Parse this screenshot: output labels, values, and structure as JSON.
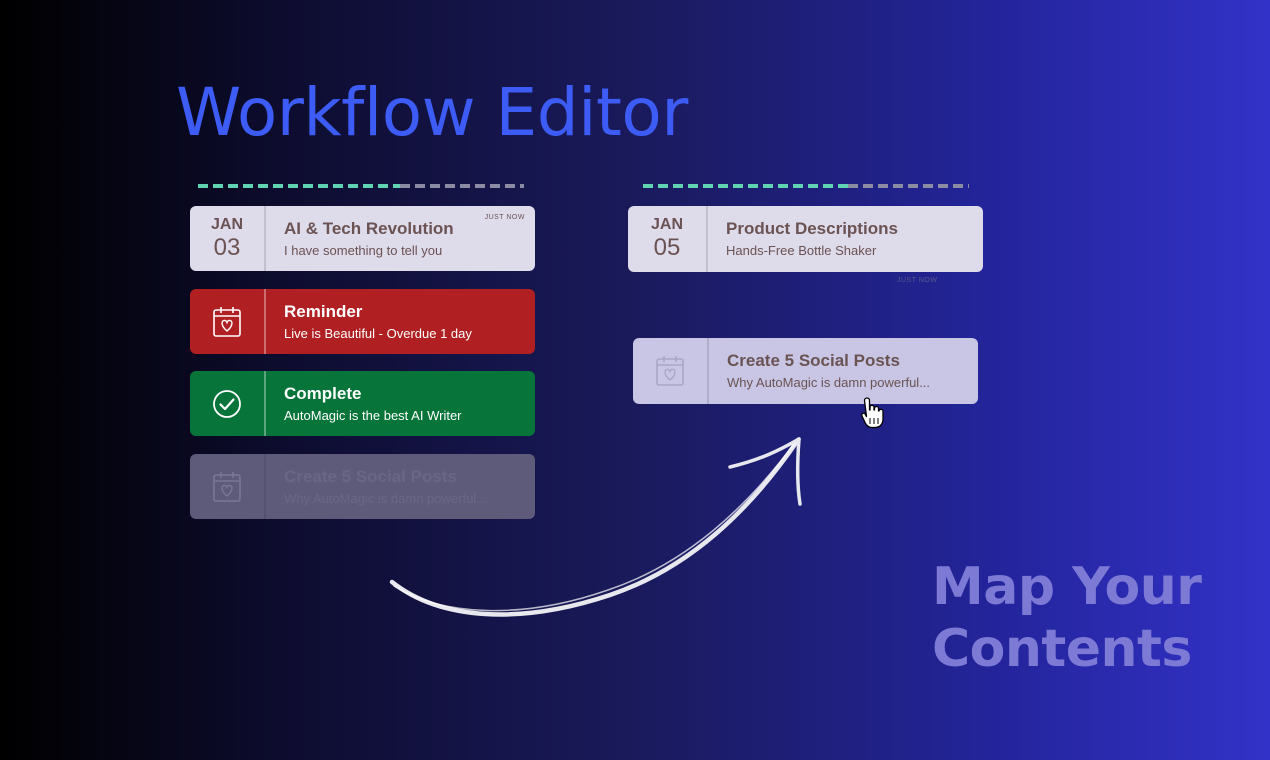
{
  "title": "Workflow Editor",
  "tagline": {
    "line1": "Map Your",
    "line2": "Contents"
  },
  "colors": {
    "accent": "#3d5cf5",
    "progress_done": "#5fd3b2",
    "progress_rest": "#8b8ba4",
    "red": "#b01f21",
    "green": "#077439"
  },
  "left_column": {
    "progress": 0.62,
    "cards": [
      {
        "month": "JAN",
        "day": "03",
        "title": "AI & Tech Revolution",
        "subtitle": "I have something to tell you",
        "badge": "JUST NOW"
      },
      {
        "icon": "calendar-heart-icon",
        "title": "Reminder",
        "subtitle": "Live is Beautiful - Overdue 1 day"
      },
      {
        "icon": "check-circle-icon",
        "title": "Complete",
        "subtitle": "AutoMagic is the best AI Writer"
      },
      {
        "icon": "calendar-heart-icon",
        "title": "Create 5 Social Posts",
        "subtitle": "Why AutoMagic is damn powerful..."
      }
    ]
  },
  "right_column": {
    "progress": 0.63,
    "cards": [
      {
        "month": "JAN",
        "day": "05",
        "title": "Product Descriptions",
        "subtitle": "Hands-Free Bottle Shaker",
        "badge": "JUST NOW"
      },
      {
        "icon": "calendar-heart-icon",
        "title": "Create 5 Social Posts",
        "subtitle": "Why AutoMagic is damn powerful..."
      }
    ]
  }
}
